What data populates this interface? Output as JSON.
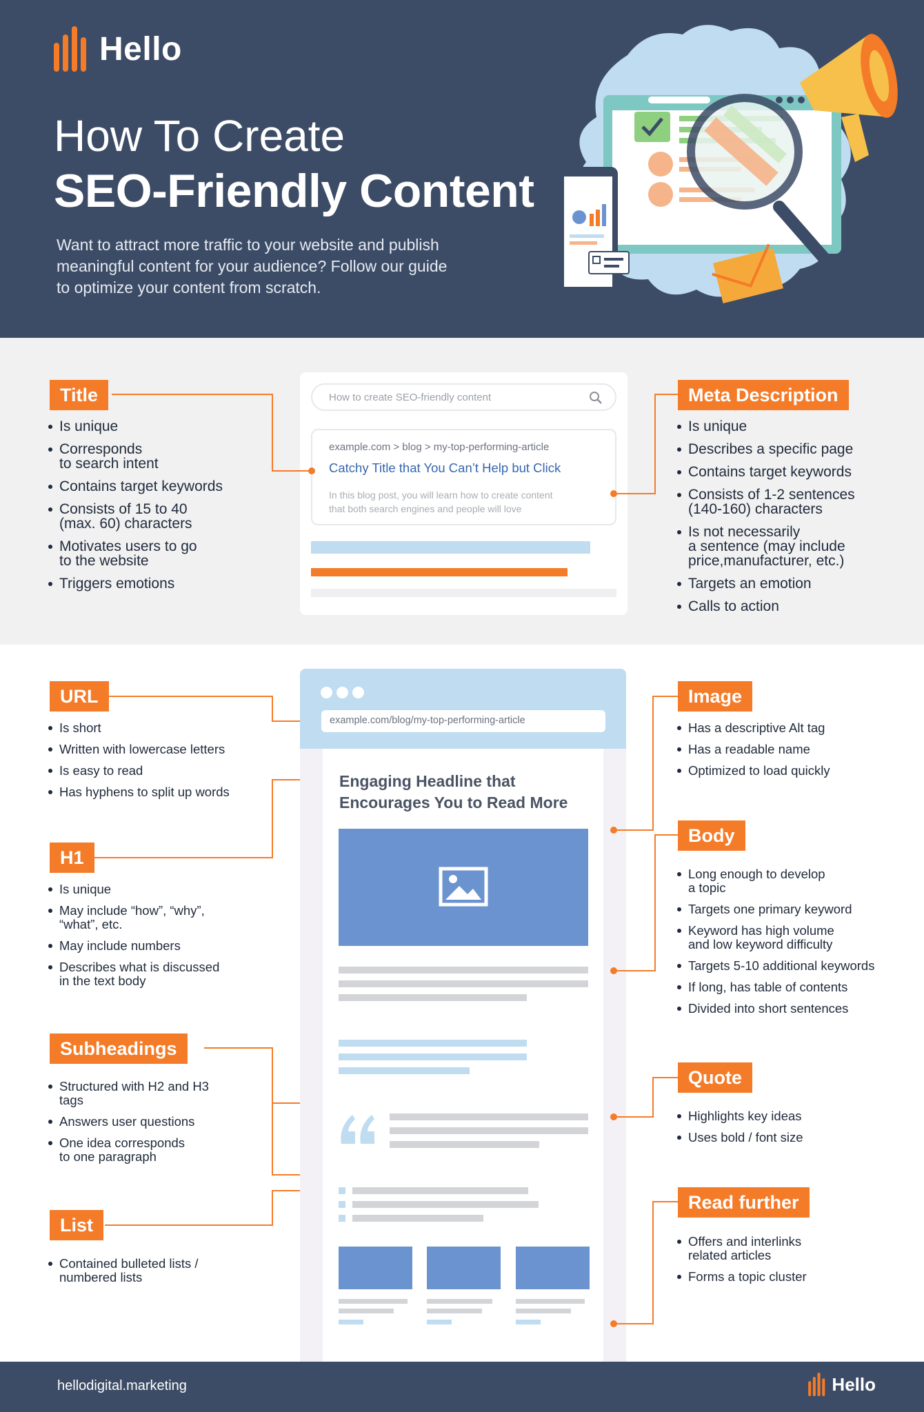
{
  "brand": {
    "name": "Hello",
    "website": "hellodigital.marketing",
    "accent": "#f47b28",
    "navy": "#3d4c66"
  },
  "header": {
    "title_light": "How To Create",
    "title_bold": "SEO-Friendly Content",
    "intro_lines": [
      "Want to attract more traffic to your website and publish",
      "meaningful content for your audience? Follow our guide",
      "to optimize your content from scratch."
    ]
  },
  "serp": {
    "search_placeholder": "How to create SEO-friendly content",
    "result_url": "example.com > blog > my-top-performing-article",
    "result_title": "Catchy Title that You Can’t Help but Click",
    "result_desc_lines": [
      "In this blog post, you will learn how to create content",
      "that both search engines and people will love"
    ]
  },
  "browser": {
    "address": "example.com/blog/my-top-performing-article",
    "headline_lines": [
      "Engaging Headline that",
      "Encourages You to Read More"
    ]
  },
  "sections": {
    "title": {
      "label": "Title",
      "items": [
        [
          "Is unique"
        ],
        [
          "Corresponds",
          "to search intent"
        ],
        [
          "Contains target keywords"
        ],
        [
          "Consists of 15 to 40",
          "(max. 60) characters"
        ],
        [
          "Motivates users to go",
          "to the website"
        ],
        [
          "Triggers emotions"
        ]
      ]
    },
    "meta": {
      "label": "Meta Description",
      "items": [
        [
          "Is unique"
        ],
        [
          "Describes a specific page"
        ],
        [
          "Contains target keywords"
        ],
        [
          "Consists of 1-2 sentences",
          "(140-160) characters"
        ],
        [
          "Is not necessarily",
          "a sentence (may include",
          "price,manufacturer, etc.)"
        ],
        [
          "Targets an emotion"
        ],
        [
          "Calls to action"
        ]
      ]
    },
    "url": {
      "label": "URL",
      "items": [
        [
          "Is short"
        ],
        [
          "Written with lowercase letters"
        ],
        [
          "Is easy to read"
        ],
        [
          "Has hyphens to split up words"
        ]
      ]
    },
    "h1": {
      "label": "H1",
      "items": [
        [
          "Is unique"
        ],
        [
          "May include “how”, “why”,",
          "“what”, etc."
        ],
        [
          "May include numbers"
        ],
        [
          "Describes what is discussed",
          "in the text body"
        ]
      ]
    },
    "subheadings": {
      "label": "Subheadings",
      "items": [
        [
          "Structured with H2 and H3",
          "tags"
        ],
        [
          "Answers user questions"
        ],
        [
          "One idea corresponds",
          "to one paragraph"
        ]
      ]
    },
    "list": {
      "label": "List",
      "items": [
        [
          "Contained bulleted lists /",
          "numbered lists"
        ]
      ]
    },
    "image": {
      "label": "Image",
      "items": [
        [
          "Has a descriptive Alt tag"
        ],
        [
          "Has a readable name"
        ],
        [
          "Optimized to load quickly"
        ]
      ]
    },
    "body": {
      "label": "Body",
      "items": [
        [
          "Long enough to develop",
          "a topic"
        ],
        [
          "Targets one primary keyword"
        ],
        [
          "Keyword has high volume",
          "and low keyword difficulty"
        ],
        [
          "Targets 5-10 additional keywords"
        ],
        [
          "If long, has table of contents"
        ],
        [
          "Divided into short sentences"
        ]
      ]
    },
    "quote": {
      "label": "Quote",
      "items": [
        [
          "Highlights key ideas"
        ],
        [
          "Uses bold / font size"
        ]
      ]
    },
    "read_further": {
      "label": "Read further",
      "items": [
        [
          "Offers and interlinks",
          "related articles"
        ],
        [
          "Forms a topic cluster"
        ]
      ]
    }
  }
}
